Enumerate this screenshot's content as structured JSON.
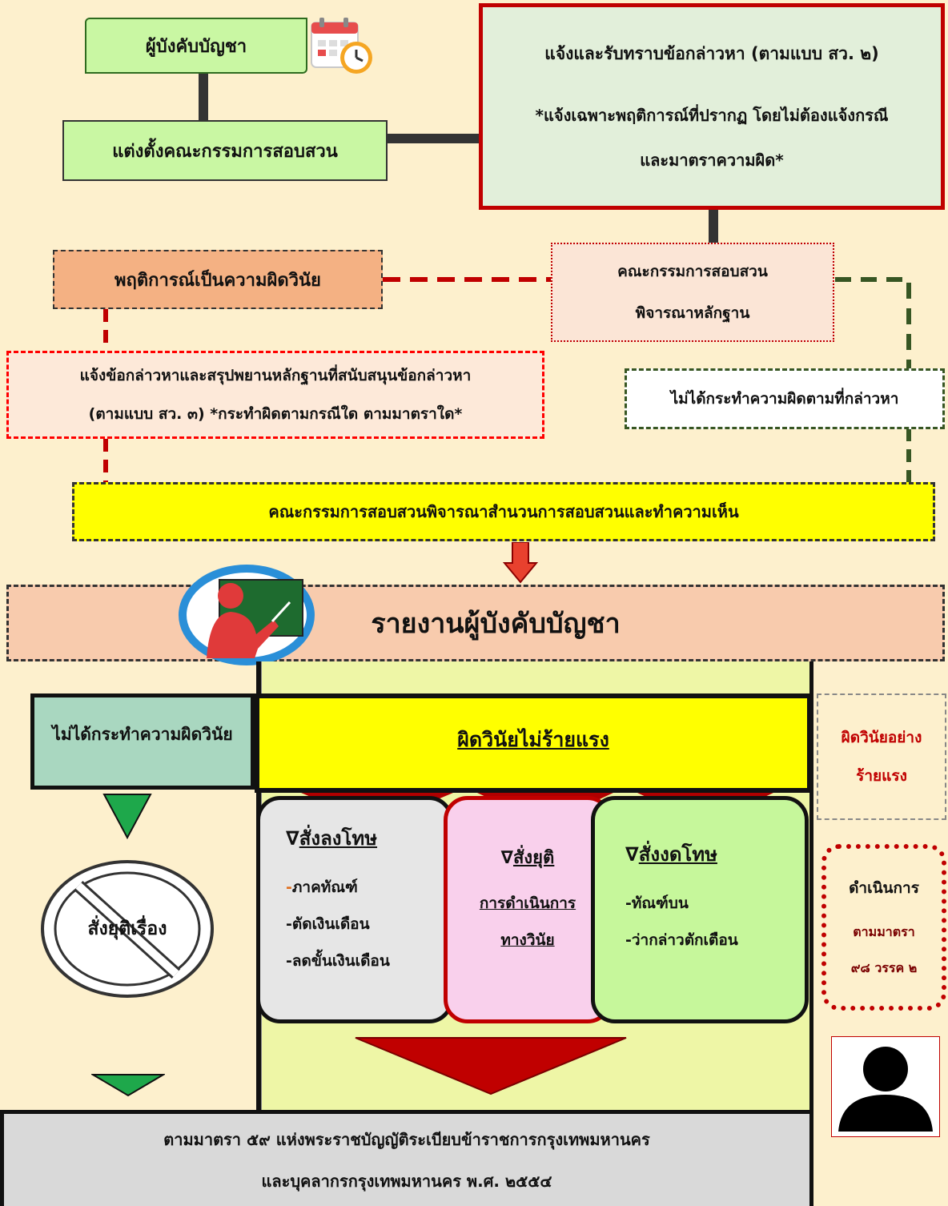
{
  "nodes": {
    "commander": "ผู้บังคับบัญชา",
    "appoint": "แต่งตั้งคณะกรรมการสอบสวน",
    "notify_title": "แจ้งและรับทราบข้อกล่าวหา (ตามแบบ สว. ๒)",
    "notify_note_1": "*แจ้งเฉพาะพฤติการณ์ที่ปรากฏ โดยไม่ต้องแจ้งกรณี",
    "notify_note_2": "และมาตราความผิด*",
    "consider_1": "คณะกรรมการสอบสวน",
    "consider_2": "พิจารณาหลักฐาน",
    "misconduct": "พฤติการณ์เป็นความผิดวินัย",
    "charge_1": "แจ้งข้อกล่าวหาและสรุปพยานหลักฐานที่สนับสนุนข้อกล่าวหา",
    "charge_2": "(ตามแบบ สว. ๓) *กระทำผิดตามกรณีใด ตามมาตราใด*",
    "no_fault": "ไม่ได้กระทำความผิดตามที่กล่าวหา",
    "committee_opinion": "คณะกรรมการสอบสวนพิจารณาสำนวนการสอบสวนและทำความเห็น",
    "report": "รายงานผู้บังคับบัญชา",
    "not_disciplinary": "ไม่ได้กระทำความผิดวินัย",
    "minor": "ผิดวินัยไม่ร้ายแรง",
    "serious_1": "ผิดวินัยอย่าง",
    "serious_2": "ร้ายแรง",
    "stop_case": "สั่งยุติเรื่อง",
    "punish": {
      "mark": "∇",
      "title": "สั่งลงโทษ",
      "items": [
        "ภาคทัณฑ์",
        "-ตัดเงินเดือน",
        "-ลดขั้นเงินเดือน"
      ],
      "first_dash": "-"
    },
    "terminate": {
      "mark": "∇",
      "title": "สั่งยุติ",
      "line2": "การดำเนินการ",
      "line3": "ทางวินัย"
    },
    "exempt": {
      "mark": "∇",
      "title": "สั่งงดโทษ",
      "items": [
        "-ทัณฑ์บน",
        "-ว่ากล่าวตักเตือน"
      ]
    },
    "proceed_1": "ดำเนินการ",
    "proceed_2": "ตามมาตรา",
    "proceed_3": "๙๘ วรรค ๒",
    "law_1": "ตามมาตรา ๕๙ แห่งพระราชบัญญัติระเบียบข้าราชการกรุงเทพมหานคร",
    "law_2": "และบุคลากรกรุงเทพมหานคร พ.ศ. ๒๕๕๔"
  },
  "colors": {
    "background": "#fdf0cd",
    "green_box": "#e2efda",
    "dark_red": "#c00000",
    "yellow": "#ffff00",
    "orange": "#f4b183",
    "peach": "#fbe5d6",
    "teal": "#a9d7c0",
    "pink": "#f9d0ec",
    "light_green": "#c6f79b",
    "grey": "#d9d9d9",
    "triangle_green": "#1ea84b"
  },
  "icons": [
    "calendar-clock-icon",
    "teacher-icon",
    "no-entry-icon",
    "person-silhouette-icon"
  ]
}
